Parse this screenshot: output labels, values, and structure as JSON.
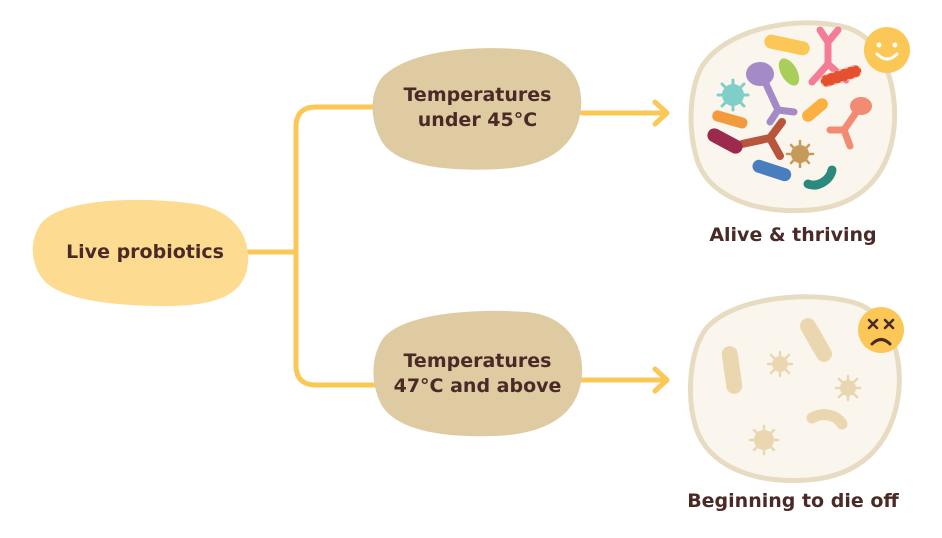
{
  "source": {
    "label": "Live probiotics"
  },
  "branches": [
    {
      "condition_line1": "Temperatures",
      "condition_line2": "under 45°C",
      "outcome": "Alive & thriving",
      "mood": "happy"
    },
    {
      "condition_line1": "Temperatures",
      "condition_line2": "47°C and above",
      "outcome": "Beginning to die off",
      "mood": "distressed"
    }
  ],
  "colors": {
    "source_fill": "#fddc92",
    "condition_fill": "#dfcba2",
    "connector": "#fbc757",
    "dish_fill": "#faf6ee",
    "dish_rim": "#e7dcc2",
    "text": "#4a2a26",
    "face": "#fbc757",
    "dead_microbe": "#ead7b0"
  },
  "icons": [
    "happy-face-icon",
    "distressed-face-icon",
    "live-bacteria-icon",
    "dying-bacteria-icon"
  ]
}
